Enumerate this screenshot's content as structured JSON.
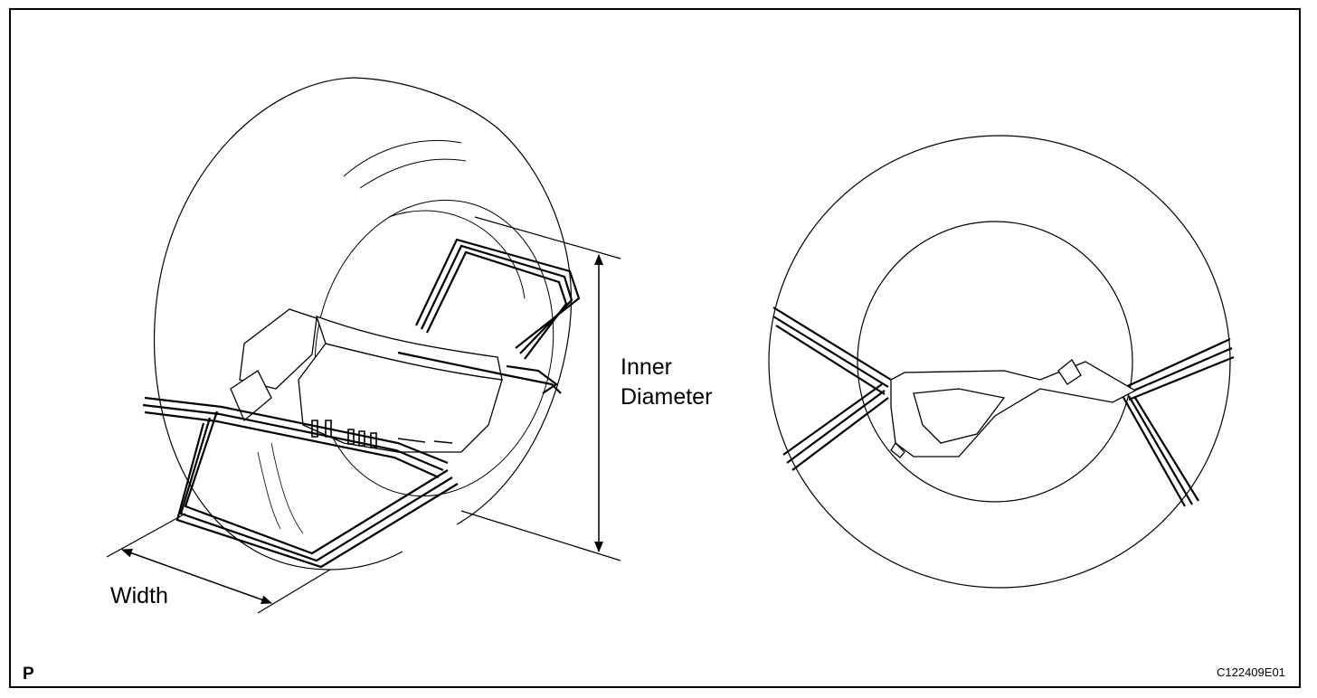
{
  "labels": {
    "inner_diameter_line1": "Inner",
    "inner_diameter_line2": "Diameter",
    "width": "Width",
    "corner_mark": "P",
    "figure_id": "C122409E01"
  },
  "colors": {
    "ink": "#000000",
    "background": "#ffffff"
  }
}
